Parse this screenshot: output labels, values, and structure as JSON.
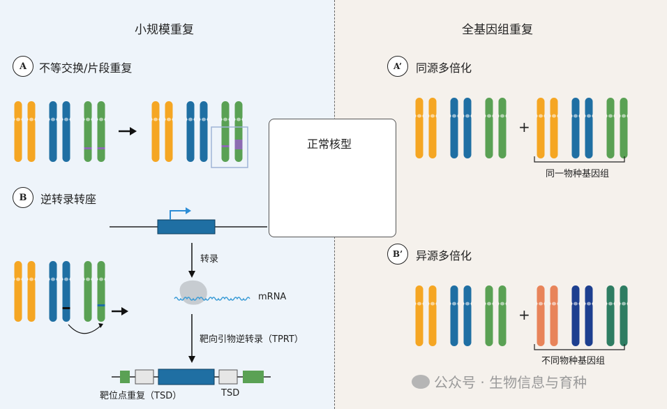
{
  "left": {
    "heading": "小规模重复",
    "section_a": {
      "badge": "A",
      "title": "不等交换/片段重复"
    },
    "section_b": {
      "badge": "B",
      "title": "逆转录转座"
    },
    "transcription_label": "转录",
    "mrna_label": "mRNA",
    "tprt_label": "靶向引物逆转录（TPRT）",
    "tsd_label_1": "靶位点重复（TSD）",
    "tsd_label_2": "TSD"
  },
  "center": {
    "title": "正常核型"
  },
  "right": {
    "heading": "全基因组重复",
    "section_a": {
      "badge": "A’",
      "title": "同源多倍化",
      "plus": "+",
      "bracket_label": "同一物种基因组"
    },
    "section_b": {
      "badge": "B’",
      "title": "异源多倍化",
      "plus": "+",
      "bracket_label": "不同物种基因组"
    }
  },
  "watermark": "公众号 · 生物信息与育种",
  "colors": {
    "orange": "#f5a623",
    "blue": "#1f6fa3",
    "green": "#5aa154",
    "salmon": "#e8845a",
    "navy": "#1d3f8f",
    "teal": "#2e7d62",
    "gene_box": "#1f6fa3",
    "tsd_green": "#5aa154",
    "tsd_gray": "#e6e6e6"
  }
}
